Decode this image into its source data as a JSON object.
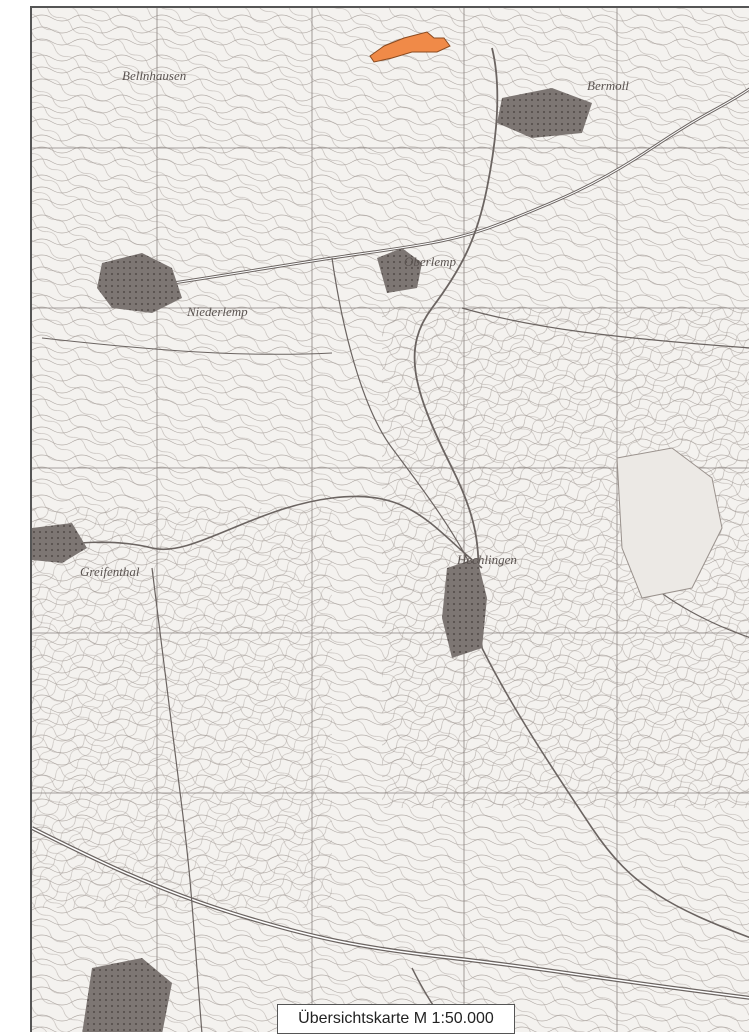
{
  "map": {
    "places": [
      {
        "id": "niederlemp",
        "label": "Niederlemp"
      },
      {
        "id": "oberlemp",
        "label": "Oberlemp"
      },
      {
        "id": "bermoll",
        "label": "Bermoll"
      },
      {
        "id": "greifenthal",
        "label": "Greifenthal"
      },
      {
        "id": "hechlingen",
        "label": "Hechlingen"
      },
      {
        "id": "bellnhausen",
        "label": "Bellnhausen"
      }
    ],
    "highlight_color": "#f08a48",
    "line_color": "#6b6461"
  },
  "legend": {
    "scale_label": "Übersichtskarte M 1:50.000"
  }
}
